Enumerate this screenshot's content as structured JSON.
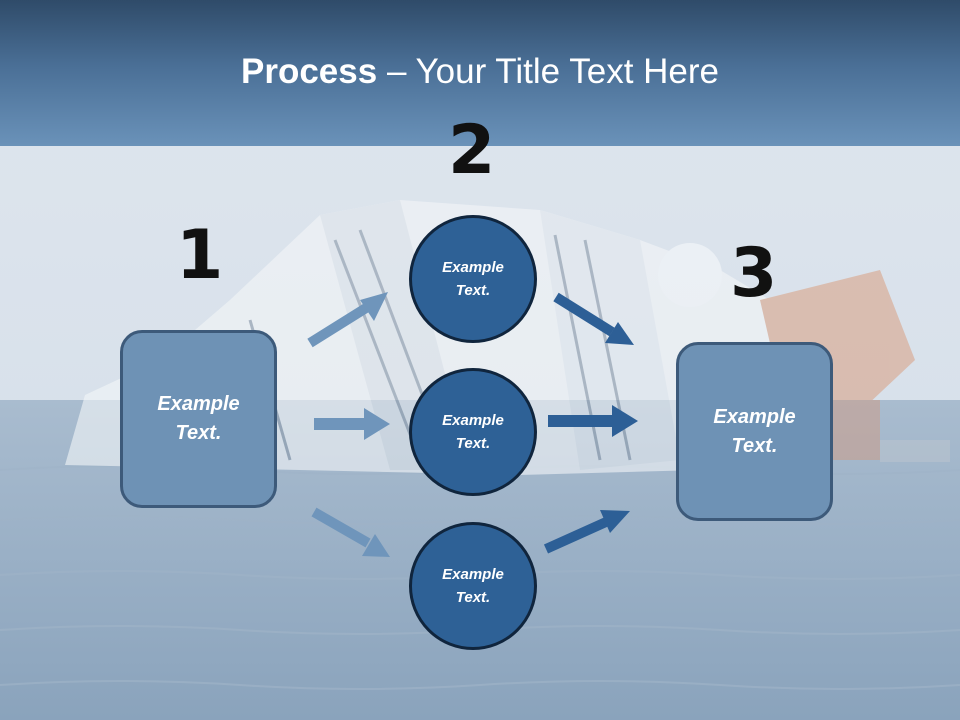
{
  "title": {
    "bold": "Process",
    "rest": " – Your Title Text Here"
  },
  "step_numbers": [
    "1",
    "2",
    "3"
  ],
  "left_box": {
    "text": "Example\nText."
  },
  "circles": [
    {
      "text": "Example\nText."
    },
    {
      "text": "Example\nText."
    },
    {
      "text": "Example\nText."
    }
  ],
  "right_box": {
    "text": "Example\nText."
  },
  "colors": {
    "header": "#4a6f96",
    "box_fill": "#6e92b5",
    "circle_fill": "#2e6196",
    "arrow_light": "#6f95bb",
    "arrow_dark": "#2d5f96"
  }
}
